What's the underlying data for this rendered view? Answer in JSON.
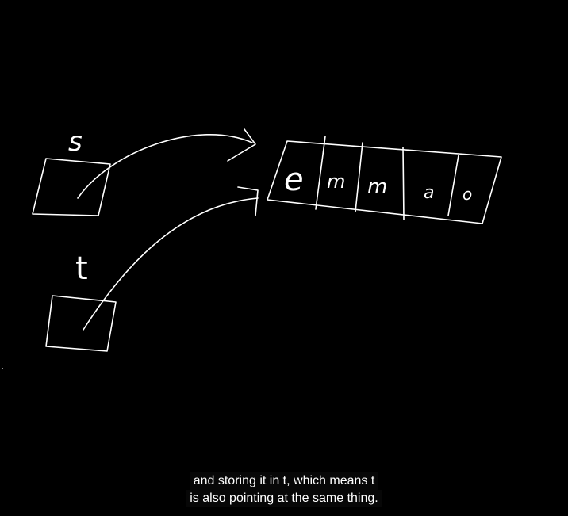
{
  "diagram": {
    "variables": [
      {
        "name": "s"
      },
      {
        "name": "t"
      }
    ],
    "array_cells": [
      "e",
      "m",
      "m",
      "a",
      "o"
    ],
    "ink_color": "#ffffff",
    "background_color": "#000000"
  },
  "caption": {
    "line1": "and storing it in t, which means t",
    "line2": "is also pointing at the same thing."
  }
}
